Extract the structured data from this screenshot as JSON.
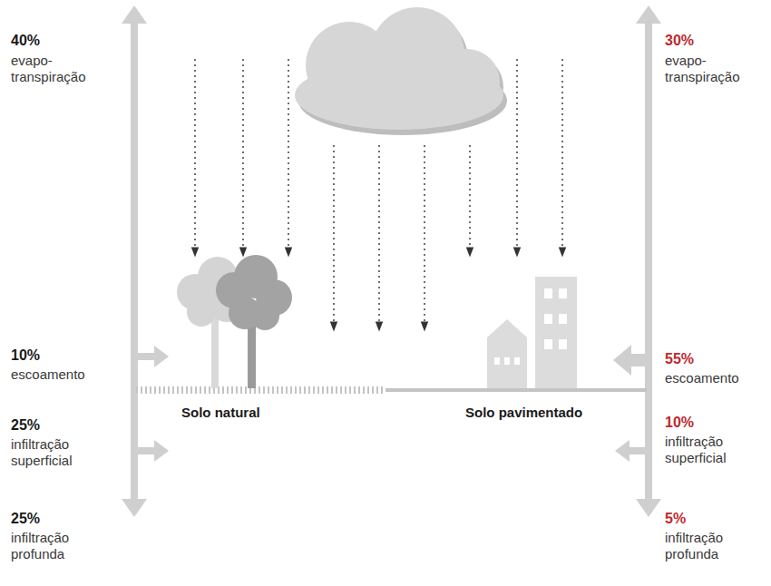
{
  "diagram": {
    "labels": [
      "40%",
      "evapo- transpiração",
      "10%",
      "escoamento",
      "25%",
      "infiltração superficial",
      "25%",
      "infiltração profunda",
      "30%",
      "evapo- transpiração",
      "55%",
      "escoamento",
      "10%",
      "infiltração superficial",
      "5%",
      "infiltração profunda",
      "Solo natural",
      "Solo pavimentado"
    ]
  }
}
